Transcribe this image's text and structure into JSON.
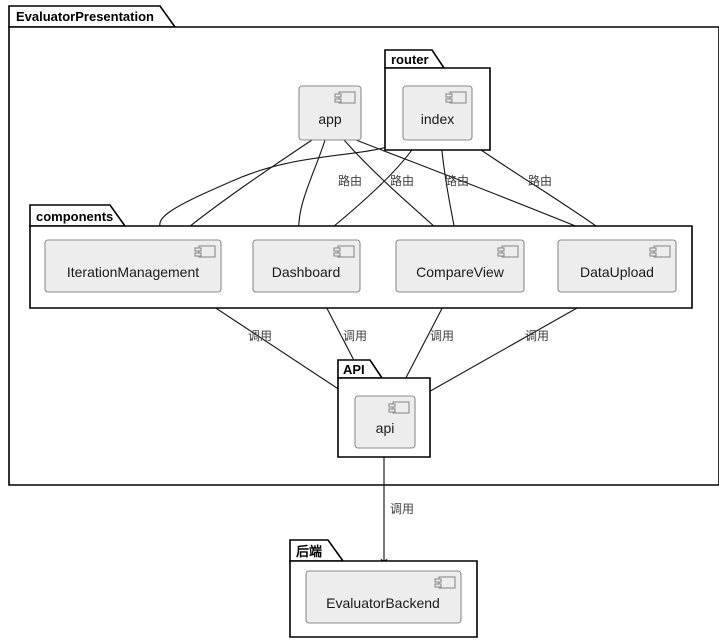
{
  "diagram": {
    "title": "EvaluatorPresentation",
    "type": "uml-component-diagram",
    "colors": {
      "component_fill": "#ededed",
      "component_stroke": "#8c8c8c",
      "package_stroke": "#000000",
      "edge_stroke": "#1a1a1a",
      "background": "#ffffff",
      "label_text": "#404040"
    }
  },
  "packages": {
    "presentation": {
      "label": "EvaluatorPresentation"
    },
    "router": {
      "label": "router"
    },
    "components": {
      "label": "components"
    },
    "api": {
      "label": "API"
    },
    "backend": {
      "label": "后端"
    }
  },
  "components": {
    "app": {
      "label": "app",
      "icon": "uml-component-icon"
    },
    "index": {
      "label": "index",
      "icon": "uml-component-icon"
    },
    "iteration_management": {
      "label": "IterationManagement",
      "icon": "uml-component-icon"
    },
    "dashboard": {
      "label": "Dashboard",
      "icon": "uml-component-icon"
    },
    "compare_view": {
      "label": "CompareView",
      "icon": "uml-component-icon"
    },
    "data_upload": {
      "label": "DataUpload",
      "icon": "uml-component-icon"
    },
    "api": {
      "label": "api",
      "icon": "uml-component-icon"
    },
    "evaluator_backend": {
      "label": "EvaluatorBackend",
      "icon": "uml-component-icon"
    }
  },
  "edge_labels": {
    "route_1": "路由",
    "route_2": "路由",
    "route_3": "路由",
    "route_4": "路由",
    "call_1": "调用",
    "call_2": "调用",
    "call_3": "调用",
    "call_4": "调用",
    "call_backend": "调用"
  }
}
